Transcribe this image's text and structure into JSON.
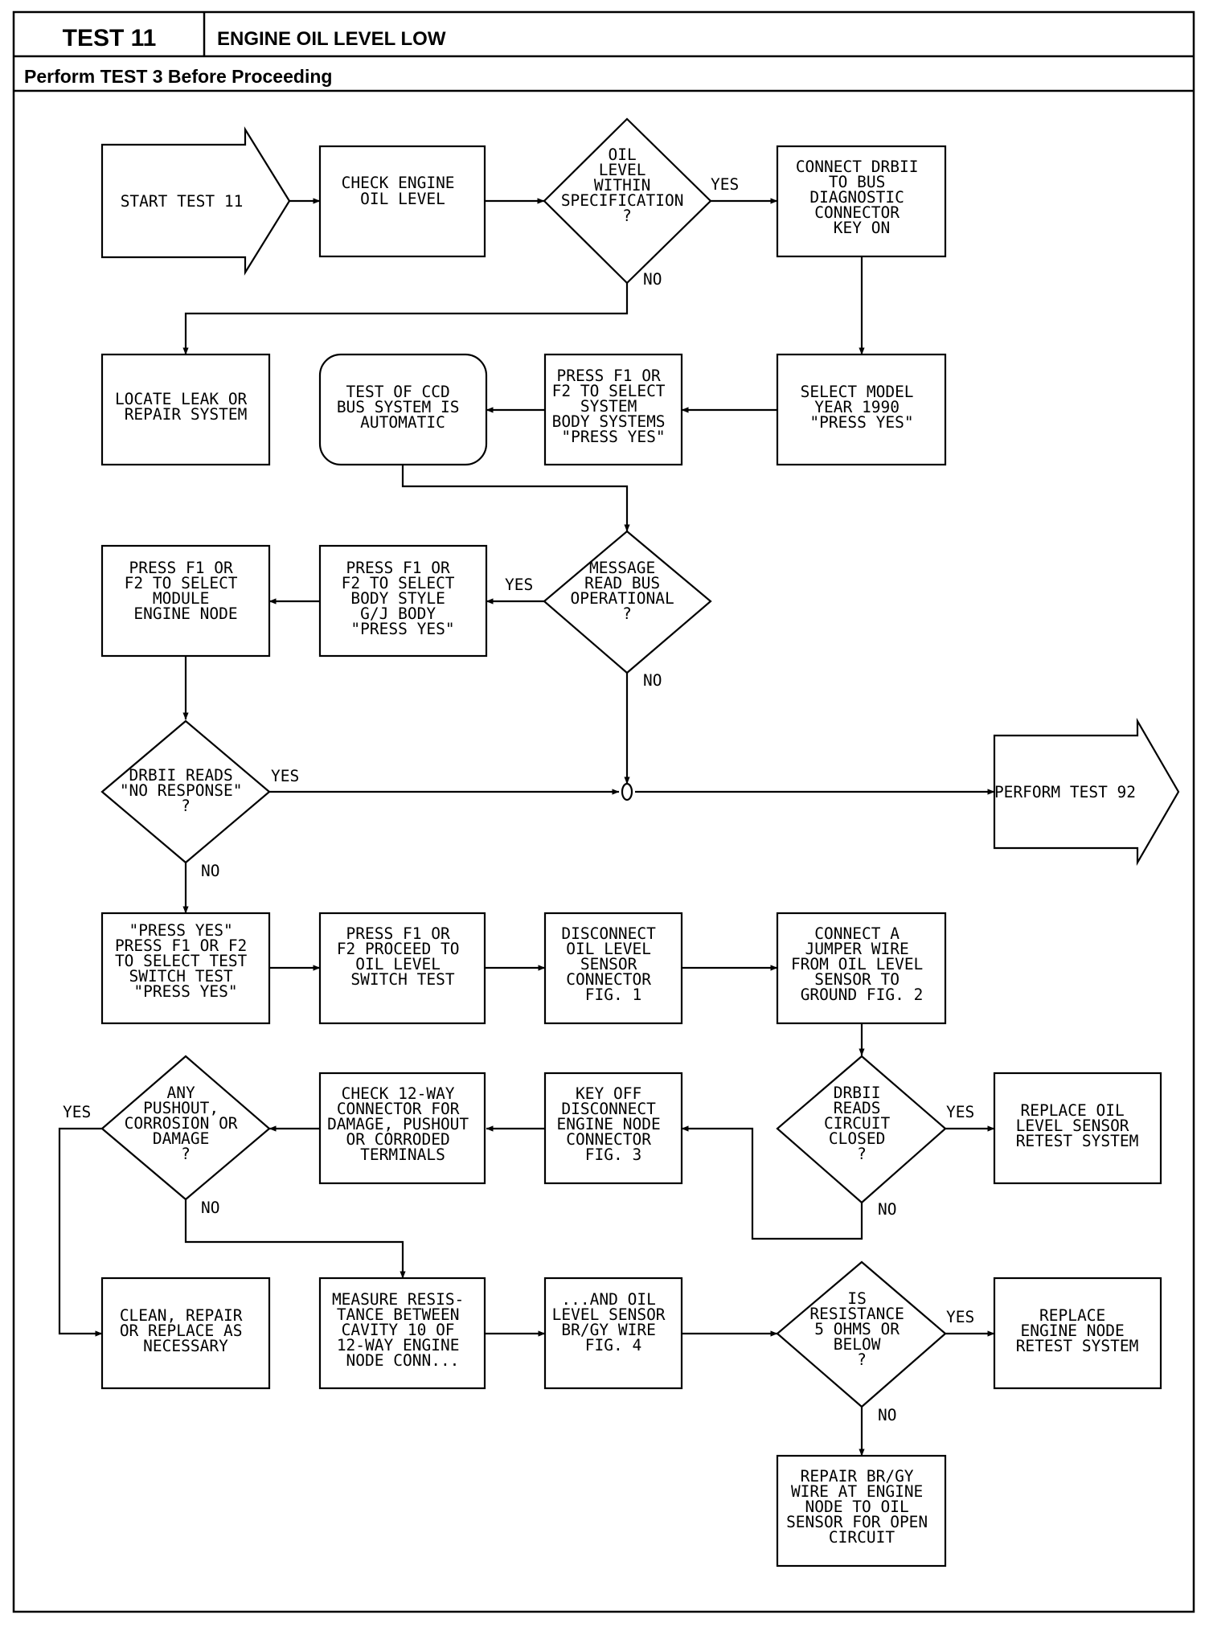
{
  "header": {
    "test_label": "TEST 11",
    "test_title": "ENGINE OIL LEVEL LOW",
    "prerequisite": "Perform TEST 3 Before Proceeding"
  },
  "nodes": {
    "start": [
      "START TEST 11"
    ],
    "check_oil": [
      "CHECK ENGINE",
      "OIL LEVEL"
    ],
    "oil_spec": [
      "OIL",
      "LEVEL",
      "WITHIN",
      "SPECIFICATION",
      "?"
    ],
    "connect_drb": [
      "CONNECT DRBII",
      "TO BUS",
      "DIAGNOSTIC",
      "CONNECTOR",
      "KEY ON"
    ],
    "locate_leak": [
      "LOCATE LEAK OR",
      "REPAIR SYSTEM"
    ],
    "ccd_test": [
      "TEST OF CCD",
      "BUS SYSTEM IS",
      "AUTOMATIC"
    ],
    "select_system": [
      "PRESS F1 OR",
      "F2 TO SELECT",
      "SYSTEM",
      "BODY SYSTEMS",
      "\"PRESS YES\""
    ],
    "select_year": [
      "SELECT MODEL",
      "YEAR 1990",
      "\"PRESS YES\""
    ],
    "select_module": [
      "PRESS F1 OR",
      "F2 TO SELECT",
      "MODULE",
      "ENGINE NODE"
    ],
    "select_body": [
      "PRESS F1 OR",
      "F2 TO SELECT",
      "BODY STYLE",
      "G/J BODY",
      "\"PRESS YES\""
    ],
    "message_bus": [
      "MESSAGE",
      "READ BUS",
      "OPERATIONAL",
      "?"
    ],
    "no_response": [
      "DRBII READS",
      "\"NO RESPONSE\"",
      "?"
    ],
    "test92": [
      "PERFORM TEST 92"
    ],
    "switch_test": [
      "\"PRESS YES\"",
      "PRESS F1 OR F2",
      "TO SELECT TEST",
      "SWITCH TEST",
      "\"PRESS YES\""
    ],
    "proceed_switch": [
      "PRESS F1 OR",
      "F2 PROCEED TO",
      "OIL LEVEL",
      "SWITCH TEST"
    ],
    "disconnect_sensor": [
      "DISCONNECT",
      "OIL LEVEL",
      "SENSOR",
      "CONNECTOR",
      "FIG. 1"
    ],
    "jumper": [
      "CONNECT A",
      "JUMPER WIRE",
      "FROM OIL LEVEL",
      "SENSOR TO",
      "GROUND FIG. 2"
    ],
    "pushout": [
      "ANY",
      "PUSHOUT,",
      "CORROSION OR",
      "DAMAGE",
      "?"
    ],
    "check_12way": [
      "CHECK 12-WAY",
      "CONNECTOR FOR",
      "DAMAGE, PUSHOUT",
      "OR CORRODED",
      "TERMINALS"
    ],
    "key_off": [
      "KEY OFF",
      "DISCONNECT",
      "ENGINE NODE",
      "CONNECTOR",
      "FIG. 3"
    ],
    "circuit_closed": [
      "DRBII",
      "READS",
      "CIRCUIT",
      "CLOSED",
      "?"
    ],
    "replace_sensor": [
      "REPLACE OIL",
      "LEVEL SENSOR",
      "RETEST SYSTEM"
    ],
    "clean_repair": [
      "CLEAN, REPAIR",
      "OR REPLACE AS",
      "NECESSARY"
    ],
    "measure": [
      "MEASURE RESIS-",
      "TANCE BETWEEN",
      "CAVITY 10 OF",
      "12-WAY ENGINE",
      "NODE CONN..."
    ],
    "and_sensor": [
      "...AND OIL",
      "LEVEL SENSOR",
      "BR/GY WIRE",
      "FIG. 4"
    ],
    "resistance": [
      "IS",
      "RESISTANCE",
      "5 OHMS OR",
      "BELOW",
      "?"
    ],
    "replace_node": [
      "REPLACE",
      "ENGINE NODE",
      "RETEST SYSTEM"
    ],
    "repair_wire": [
      "REPAIR BR/GY",
      "WIRE AT ENGINE",
      "NODE TO OIL",
      "SENSOR FOR OPEN",
      "CIRCUIT"
    ]
  },
  "edge_labels": {
    "oil_spec_yes": "YES",
    "oil_spec_no": "NO",
    "message_yes": "YES",
    "message_no": "NO",
    "no_response_yes": "YES",
    "no_response_no": "NO",
    "pushout_yes": "YES",
    "pushout_no": "NO",
    "circuit_yes": "YES",
    "circuit_no": "NO",
    "resistance_yes": "YES",
    "resistance_no": "NO"
  }
}
